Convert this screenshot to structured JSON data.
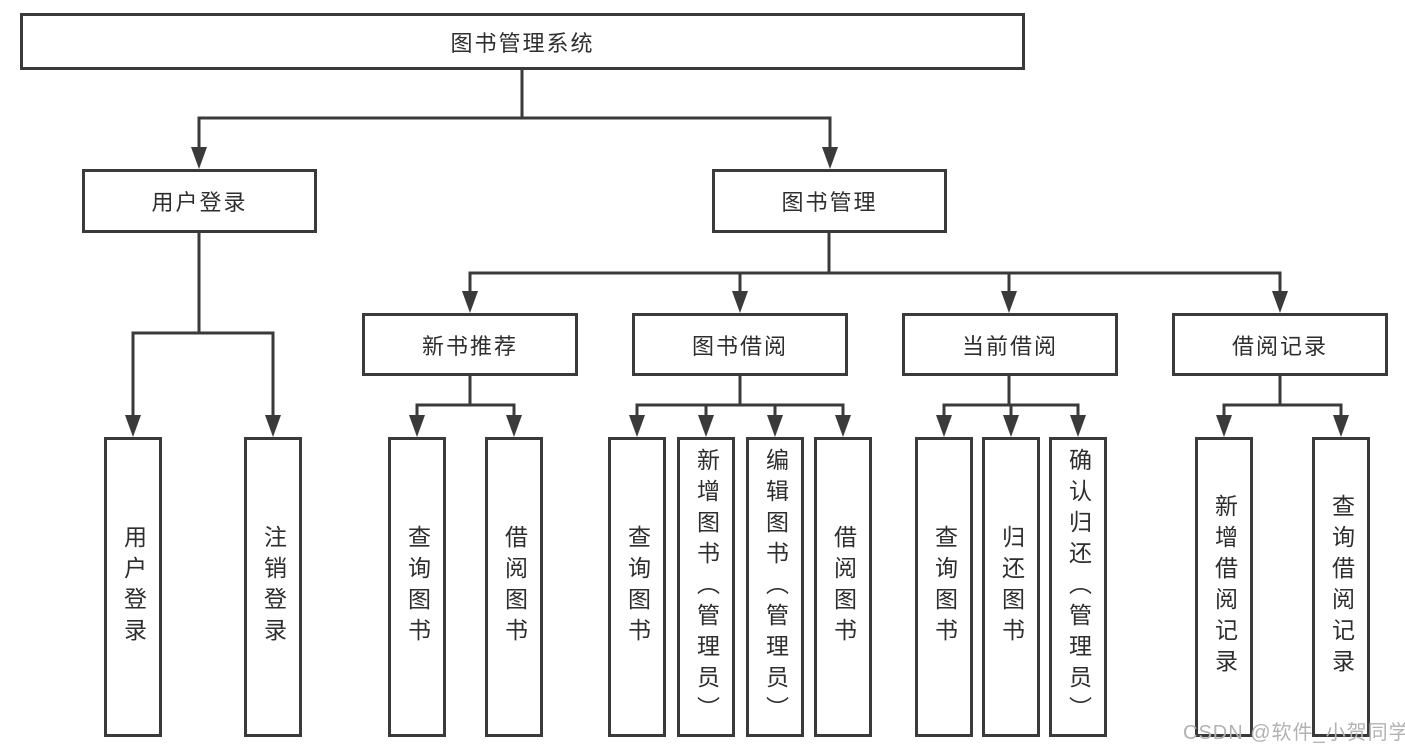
{
  "colors": {
    "line": "#3a3a3a",
    "box_border": "#3a3a3a",
    "text": "#2e2e2e",
    "watermark": "#b2b2b2",
    "background": "#ffffff"
  },
  "tree": {
    "root": {
      "label": "图书管理系统"
    },
    "branches": [
      {
        "label": "用户登录",
        "children": [
          {
            "label": "用户登录"
          },
          {
            "label": "注销登录"
          }
        ]
      },
      {
        "label": "图书管理",
        "children": [
          {
            "label": "新书推荐",
            "children": [
              {
                "label": "查询图书"
              },
              {
                "label": "借阅图书"
              }
            ]
          },
          {
            "label": "图书借阅",
            "children": [
              {
                "label": "查询图书"
              },
              {
                "label": "新增图书（管理员）"
              },
              {
                "label": "编辑图书（管理员）"
              },
              {
                "label": "借阅图书"
              }
            ]
          },
          {
            "label": "当前借阅",
            "children": [
              {
                "label": "查询图书"
              },
              {
                "label": "归还图书"
              },
              {
                "label": "确认归还（管理员）"
              }
            ]
          },
          {
            "label": "借阅记录",
            "children": [
              {
                "label": "新增借阅记录"
              },
              {
                "label": "查询借阅记录"
              }
            ]
          }
        ]
      }
    ]
  },
  "watermark": {
    "text": "CSDN @软件_小贺同学"
  }
}
